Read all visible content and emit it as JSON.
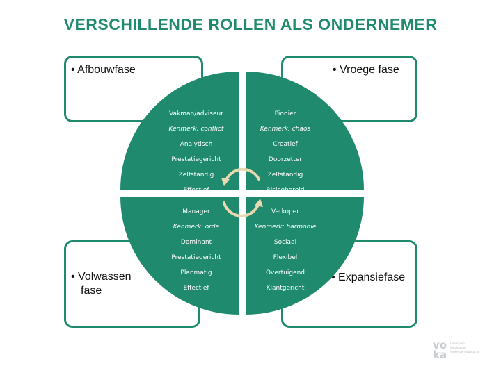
{
  "title": "VERSCHILLENDE ROLLEN ALS ONDERNEMER",
  "phases": {
    "top_left": "• Afbouwfase",
    "top_right": "• Vroege fase",
    "bottom_left_line1": "• Volwassen",
    "bottom_left_line2": "fase",
    "bottom_right": "• Expansiefase"
  },
  "quadrants": {
    "top_left": [
      "Vakman/adviseur",
      "Kenmerk: conflict",
      "Analytisch",
      "Prestatiegericht",
      "Zelfstandig",
      "Effectief"
    ],
    "top_right": [
      "Pionier",
      "Kenmerk: chaos",
      "Creatief",
      "Doorzetter",
      "Zelfstandig",
      "Risicobereid"
    ],
    "bottom_left": [
      "Manager",
      "Kenmerk: orde",
      "Dominant",
      "Prestatiegericht",
      "Planmatig",
      "Effectief"
    ],
    "bottom_right": [
      "Verkoper",
      "Kenmerk: harmonie",
      "Sociaal",
      "Flexibel",
      "Overtuigend",
      "Klantgericht"
    ]
  },
  "logo": {
    "mark": "vo ka",
    "text_line1": "Kamer van",
    "text_line2": "Koophandel",
    "text_line3": "Antwerpen-Waasland"
  },
  "colors": {
    "accent": "#1f8a6e",
    "arrow": "#e8d9b0",
    "text_on_accent": "#ffffff"
  },
  "icons": [
    "cycle-arrows-icon"
  ]
}
